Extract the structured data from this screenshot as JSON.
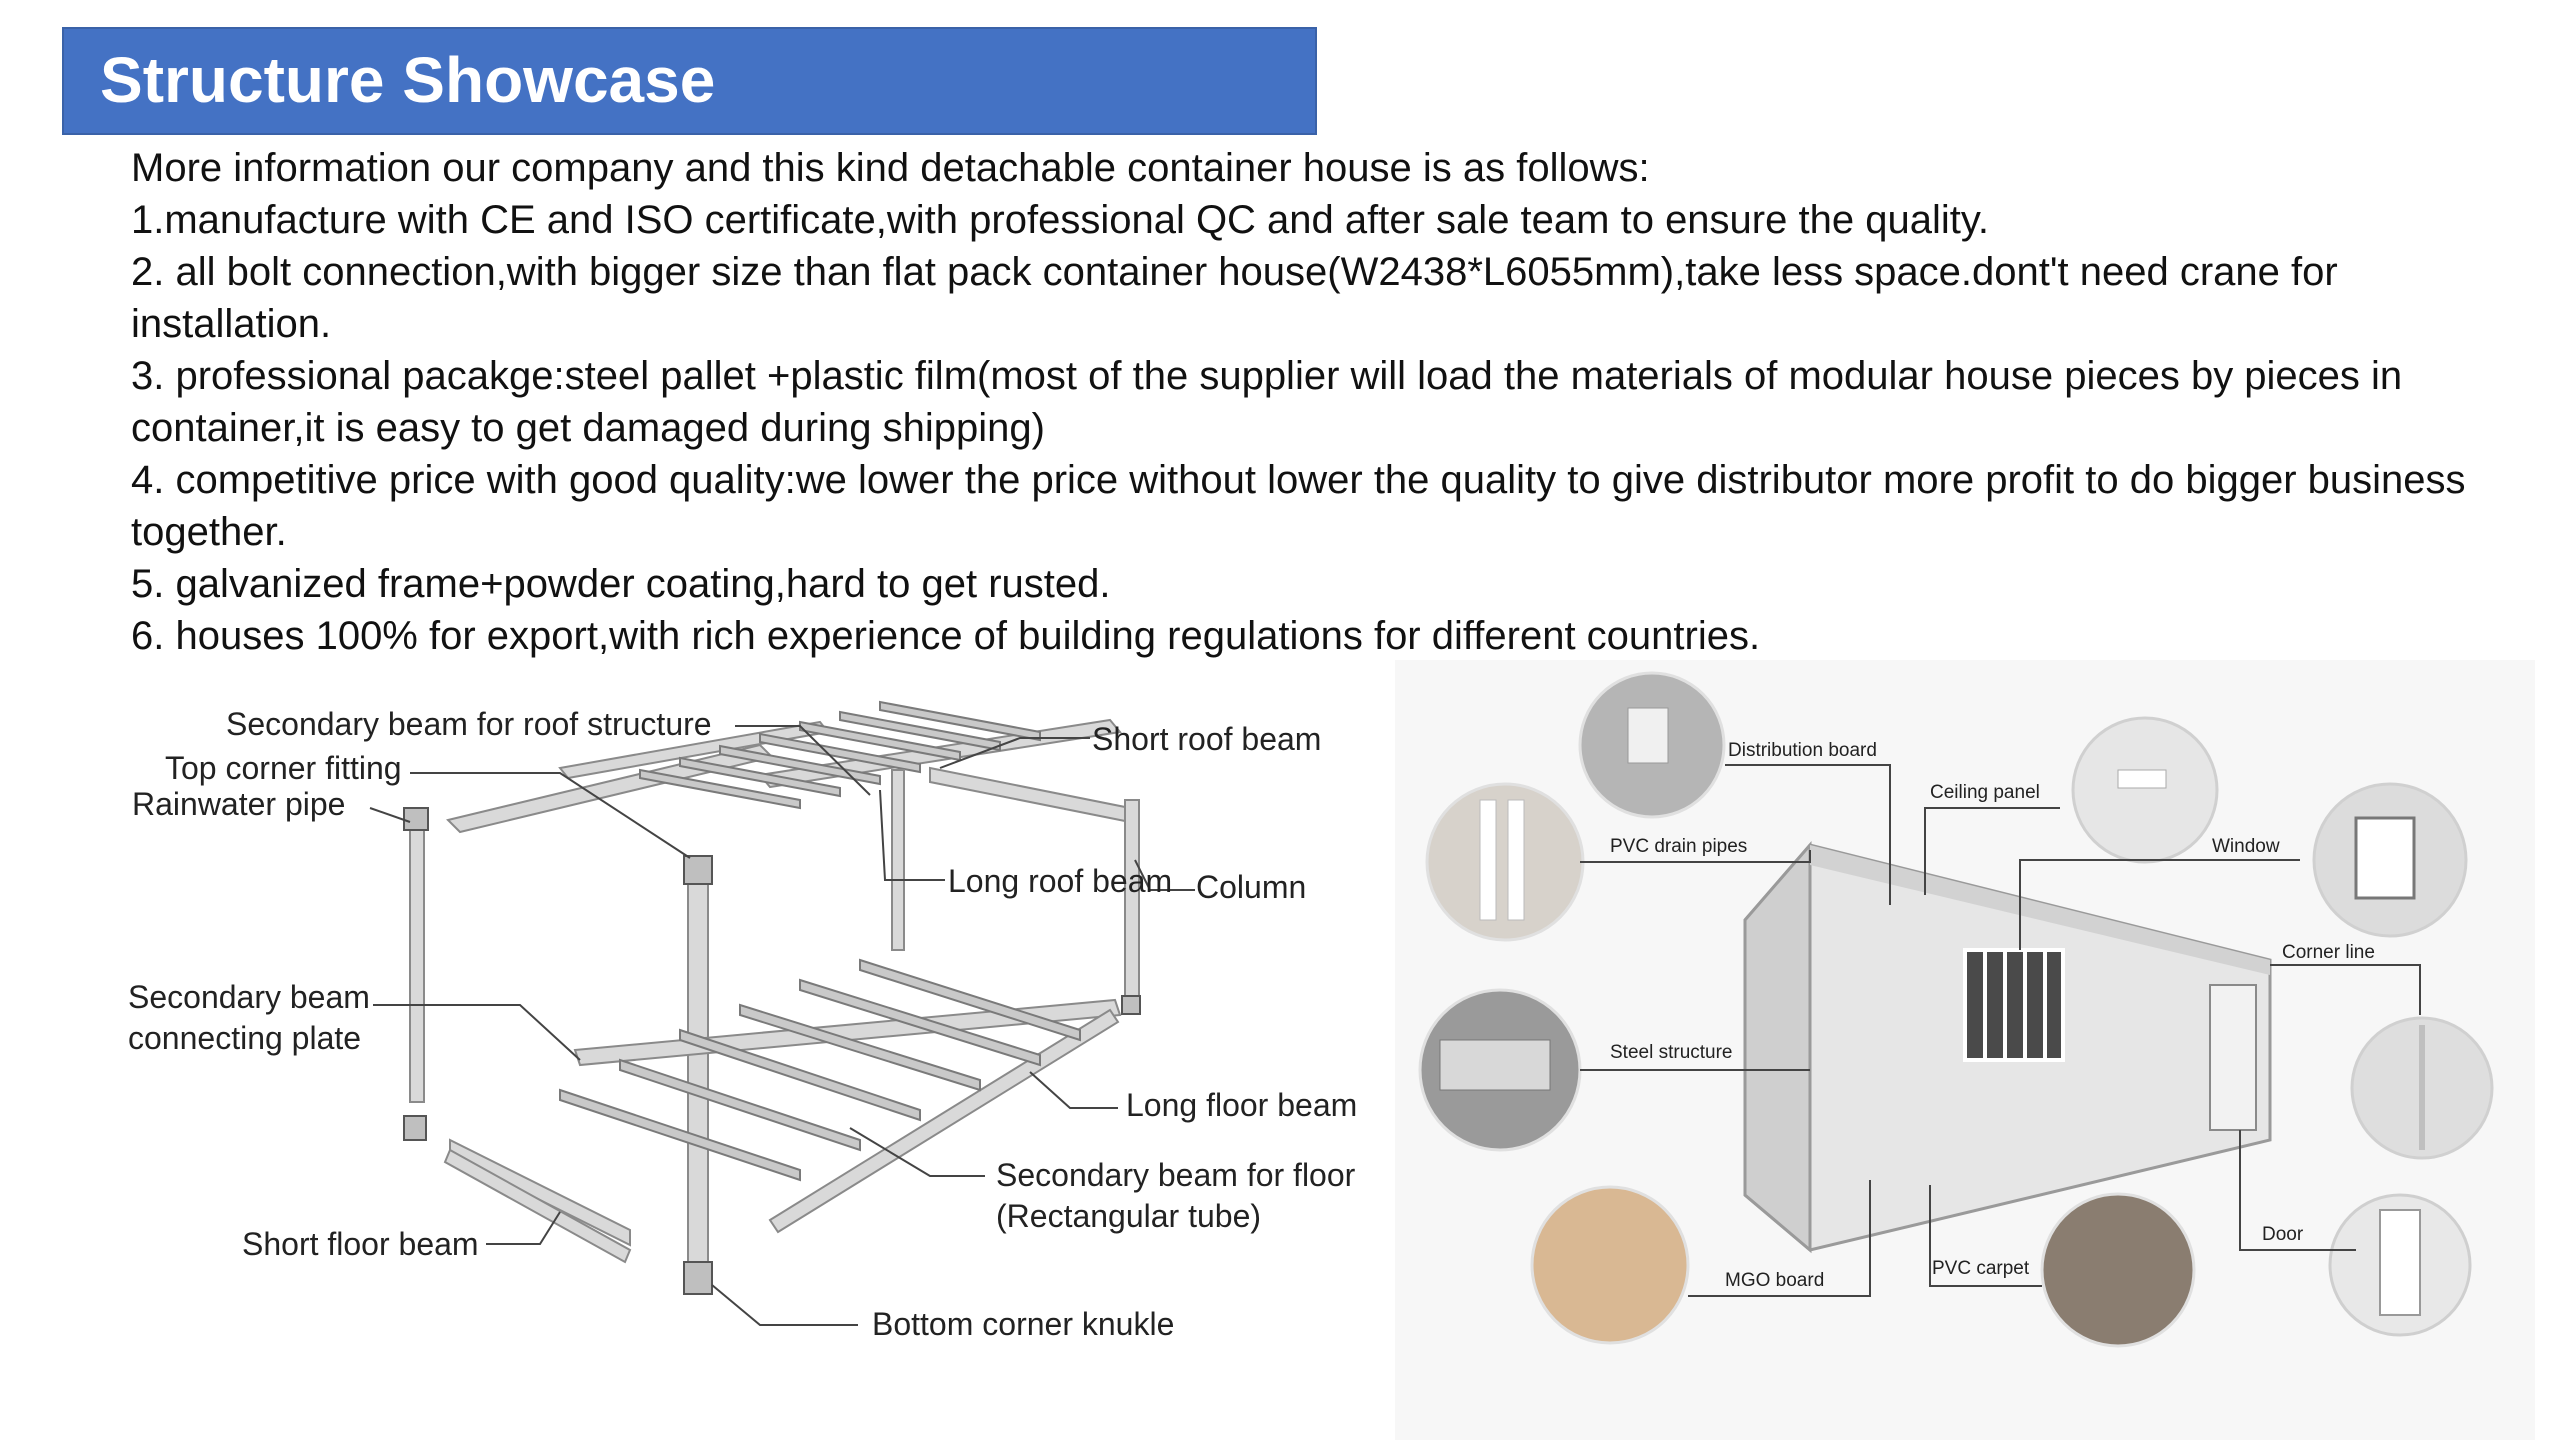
{
  "header": {
    "title": "Structure Showcase"
  },
  "intro": {
    "lines": [
      "More information our company and this kind detachable container house is as follows:",
      "1.manufacture with CE and ISO certificate,with professional QC and after sale team to ensure the quality.",
      "2. all bolt connection,with bigger size than flat pack container house(W2438*L6055mm),take less space.dont't need crane for installation.",
      "3. professional pacakge:steel pallet +plastic film(most of the supplier will load the materials of modular house pieces by pieces in container,it is easy to get damaged during shipping)",
      "4. competitive price with good quality:we lower the price without lower the quality to give distributor more profit to do bigger business together.",
      "5. galvanized frame+powder coating,hard to get rusted.",
      "6. houses 100% for export,with rich experience of building regulations for different countries."
    ]
  },
  "frame_diagram": {
    "labels": {
      "secondary_roof": "Secondary beam for roof structure",
      "top_corner": "Top corner fitting",
      "rainwater": "Rainwater pipe",
      "short_roof": "Short roof beam",
      "long_roof": "Long roof beam",
      "column": "Column",
      "sec_conn_1": "Secondary beam",
      "sec_conn_2": "connecting plate",
      "long_floor": "Long floor beam",
      "sec_floor_1": "Secondary beam for floor",
      "sec_floor_2": "(Rectangular tube)",
      "short_floor": "Short floor beam",
      "bottom_corner": "Bottom corner knukle"
    }
  },
  "house_diagram": {
    "labels": {
      "distribution": "Distribution board",
      "ceiling": "Ceiling panel",
      "pvc_drain": "PVC drain pipes",
      "window": "Window",
      "corner_line": "Corner line",
      "steel": "Steel structure",
      "door": "Door",
      "mgo": "MGO board",
      "pvc_carpet": "PVC carpet"
    }
  }
}
